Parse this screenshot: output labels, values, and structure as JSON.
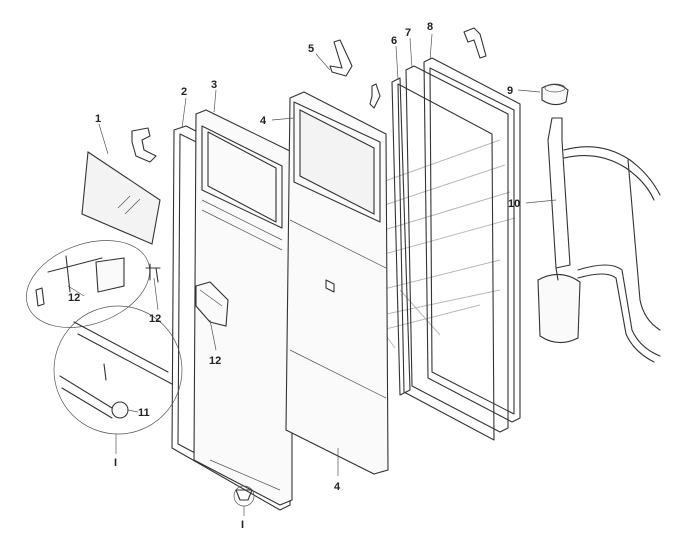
{
  "callouts": {
    "c1": "1",
    "c2": "2",
    "c3": "3",
    "c4_top": "4",
    "c4_bottom": "4",
    "c5": "5",
    "c6": "6",
    "c7": "7",
    "c8": "8",
    "c9": "9",
    "c10": "10",
    "c11": "11",
    "c12_left": "12",
    "c12_mid": "12",
    "c12_door": "12",
    "detail_bubble": "I",
    "detail_marker": "I"
  },
  "colors": {
    "line": "#333333",
    "leader": "#555555",
    "watermark": "#b8b8b8",
    "background": "#ffffff"
  }
}
